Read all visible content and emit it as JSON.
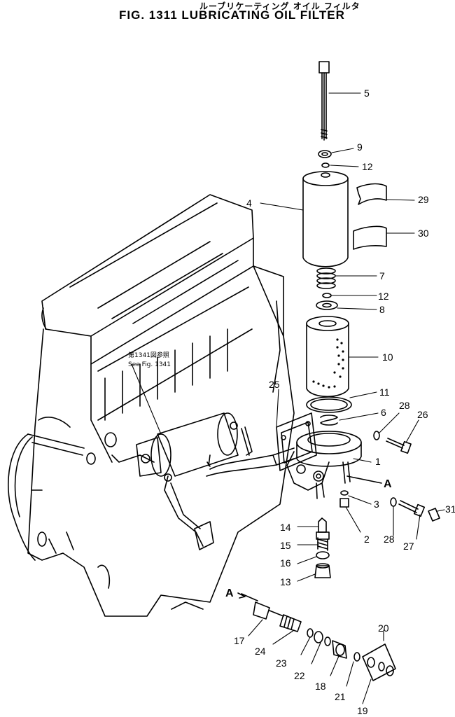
{
  "header": {
    "title_jp": "ルーブリケーティング オイル フィルタ",
    "title": "FIG. 1311  LUBRICATING OIL FILTER"
  },
  "reference_note": {
    "line1": "第1341図参照",
    "line2": "See Fig. 1341"
  },
  "labels": {
    "p5": "5",
    "p9": "9",
    "p12a": "12",
    "p4": "4",
    "p29": "29",
    "p30": "30",
    "p7": "7",
    "p12b": "12",
    "p8": "8",
    "p10": "10",
    "p25": "25",
    "p11": "11",
    "p6": "6",
    "p28a": "28",
    "p26": "26",
    "p1": "1",
    "pA1": "A",
    "p3": "3",
    "p31": "31",
    "p2": "2",
    "p28b": "28",
    "p27": "27",
    "p14": "14",
    "p15": "15",
    "p16": "16",
    "p13": "13",
    "pA2": "A",
    "p17": "17",
    "p20": "20",
    "p24": "24",
    "p23": "23",
    "p22": "22",
    "p18": "18",
    "p21": "21",
    "p19": "19"
  }
}
